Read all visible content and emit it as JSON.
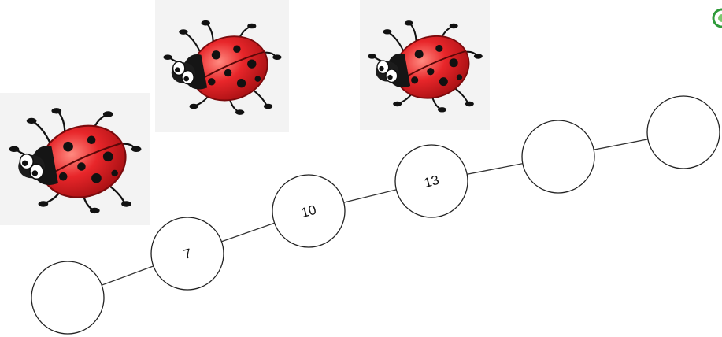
{
  "sequence": {
    "values": [
      "",
      "7",
      "10",
      "13",
      "",
      ""
    ]
  },
  "illustration": {
    "subject": "ladybug",
    "count": 3,
    "shell_color": "#e2262a",
    "spot_color": "#111111"
  },
  "colors": {
    "background": "#ffffff",
    "tile_background": "#f3f3f3",
    "circle_stroke": "#222222",
    "line": "#333333",
    "logo": "#2e9a3a"
  }
}
